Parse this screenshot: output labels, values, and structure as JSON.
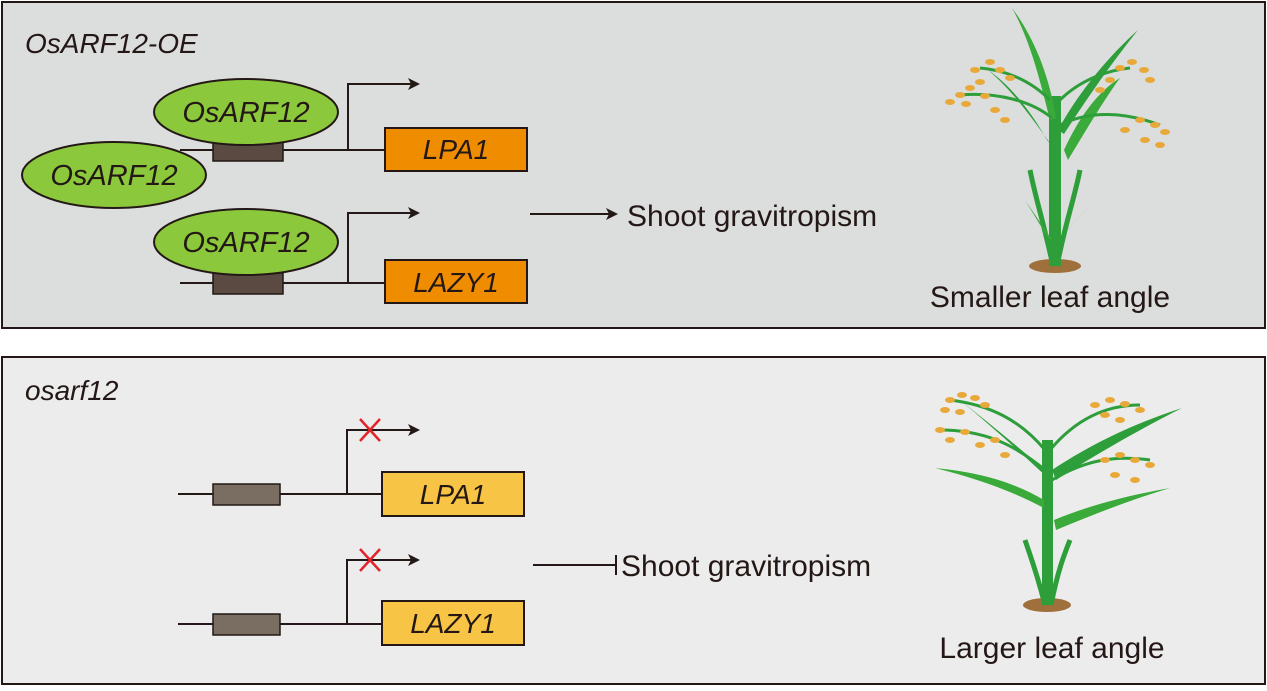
{
  "panels": [
    {
      "condition": "OsARF12-OE",
      "genes": [
        "LPA1",
        "LAZY1"
      ],
      "proteins": [
        "OsARF12",
        "OsARF12",
        "OsARF12"
      ],
      "outcome": "Shoot gravitropism",
      "phenotype": "Smaller leaf angle",
      "relation": "promotes",
      "colors": {
        "background": "#dcdddd",
        "gene_box": "#f08c00",
        "protein": "#8cc83c",
        "promoter": "#5a4a42"
      }
    },
    {
      "condition": "osarf12",
      "genes": [
        "LPA1",
        "LAZY1"
      ],
      "proteins": [],
      "outcome": "Shoot gravitropism",
      "phenotype": "Larger leaf angle",
      "relation": "inhibits",
      "colors": {
        "background": "#ececed",
        "gene_box": "#f7c445",
        "promoter": "#7a6e62",
        "block_mark": "#e0242a"
      }
    }
  ]
}
